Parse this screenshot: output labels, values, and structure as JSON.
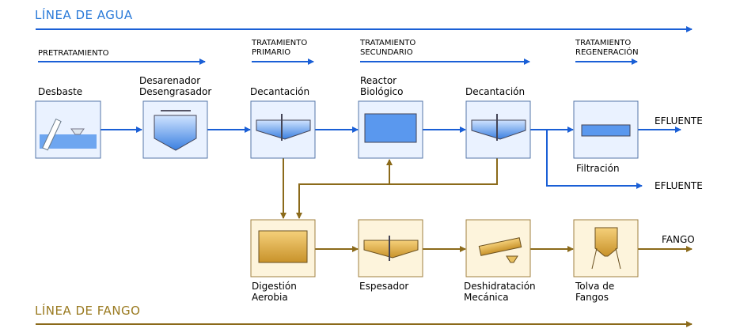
{
  "water_line": {
    "title": "LÍNEA DE AGUA"
  },
  "sludge_line": {
    "title": "LÍNEA DE FANGO"
  },
  "stages": {
    "pretratamiento": "PRETRATAMIENTO",
    "primario": "TRATAMIENTO\nPRIMARIO",
    "secundario": "TRATAMIENTO\nSECUNDARIO",
    "regeneracion": "TRATAMIENTO\nREGENERACIÓN"
  },
  "water_units": {
    "desbaste": "Desbaste",
    "desarenador": "Desarenador\nDesengrasador",
    "decantacion1": "Decantación",
    "reactor": "Reactor\nBiológico",
    "decantacion2": "Decantación",
    "filtracion": "Filtración"
  },
  "sludge_units": {
    "digestion": "Digestión\nAerobia",
    "espesador": "Espesador",
    "deshidratacion": "Deshidratación\nMecánica",
    "tolva": "Tolva de\nFangos"
  },
  "outputs": {
    "efluente1": "EFLUENTE",
    "efluente2": "EFLUENTE",
    "fango": "FANGO"
  },
  "colors": {
    "water": "#1a5fd6",
    "sludge": "#8b6a1a",
    "water_title": "#2a7ad8",
    "sludge_title": "#9a7a20"
  }
}
